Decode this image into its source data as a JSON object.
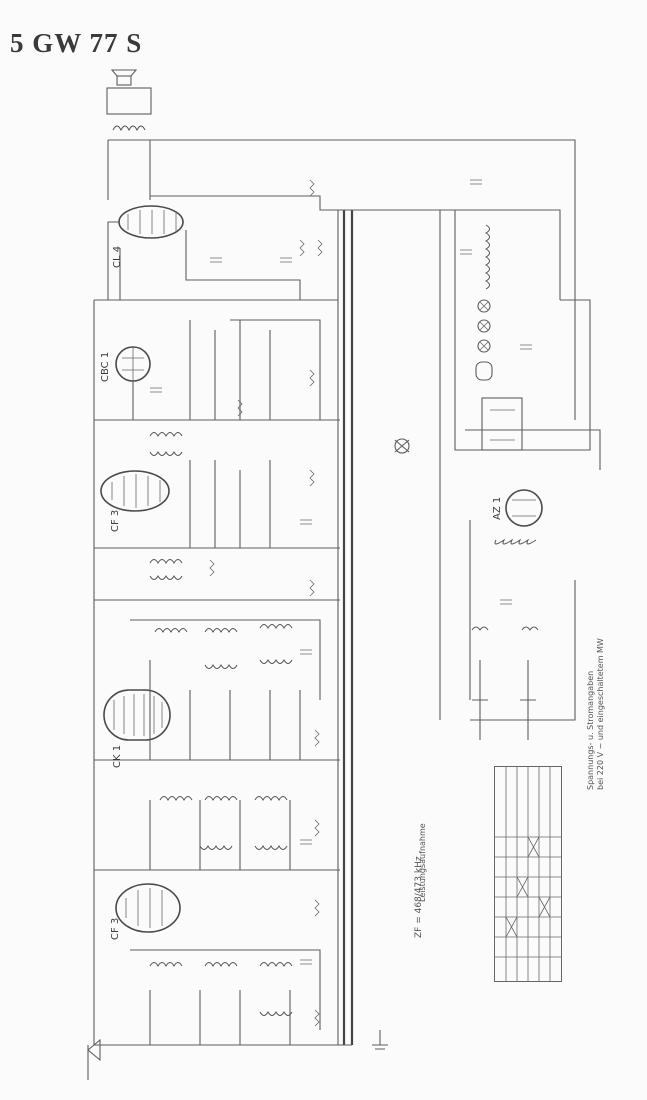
{
  "title": "5 GW 77 S",
  "tubes": [
    {
      "id": "cl4",
      "label": "CL 4"
    },
    {
      "id": "cbc1",
      "label": "CBC 1"
    },
    {
      "id": "cf3-if",
      "label": "CF 3"
    },
    {
      "id": "ck1",
      "label": "CK 1"
    },
    {
      "id": "cf3-rf",
      "label": "CF 3"
    },
    {
      "id": "az1",
      "label": "AZ 1"
    }
  ],
  "annotations": {
    "if_frequency": "ZF = 468/473 kHz",
    "power_note_1": "Spannungs- u. Stromangaben",
    "power_note_2": "bei 220 V ~ und eingeschaltetem MW"
  },
  "table_header": "Leistungsaufnahme",
  "colors": {
    "ink": "#4a4a4a",
    "paper": "#fbfbfb"
  }
}
